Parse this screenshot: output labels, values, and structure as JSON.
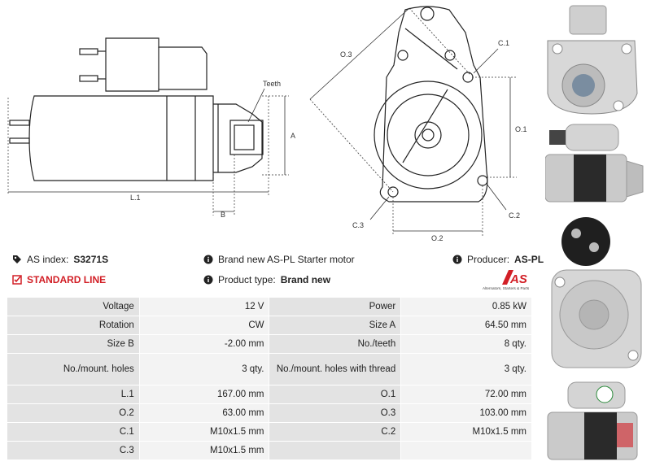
{
  "dimension_labels": {
    "teeth": "Teeth",
    "a": "A",
    "b": "B",
    "l1": "L.1",
    "o1": "O.1",
    "o2": "O.2",
    "o3": "O.3",
    "c1": "C.1",
    "c2": "C.2",
    "c3": "C.3"
  },
  "header": {
    "as_index_label": "AS index:",
    "as_index_value": "S3271S",
    "standard_line": "STANDARD LINE",
    "description": "Brand new AS-PL Starter motor",
    "product_type_label": "Product type:",
    "product_type_value": "Brand new",
    "producer_label": "Producer:",
    "producer_value": "AS-PL"
  },
  "logo": {
    "mark": "AS",
    "tagline": "Alternators, Starters & Parts"
  },
  "specs": {
    "rows": [
      {
        "l1": "Voltage",
        "v1": "12 V",
        "l2": "Power",
        "v2": "0.85 kW"
      },
      {
        "l1": "Rotation",
        "v1": "CW",
        "l2": "Size A",
        "v2": "64.50 mm"
      },
      {
        "l1": "Size B",
        "v1": "-2.00 mm",
        "l2": "No./teeth",
        "v2": "8 qty."
      },
      {
        "l1": "No./mount. holes",
        "v1": "3 qty.",
        "l2": "No./mount. holes with thread",
        "v2": "3 qty."
      },
      {
        "l1": "L.1",
        "v1": "167.00 mm",
        "l2": "O.1",
        "v2": "72.00 mm"
      },
      {
        "l1": "O.2",
        "v1": "63.00 mm",
        "l2": "O.3",
        "v2": "103.00 mm"
      },
      {
        "l1": "C.1",
        "v1": "M10x1.5 mm",
        "l2": "C.2",
        "v2": "M10x1.5 mm"
      },
      {
        "l1": "C.3",
        "v1": "M10x1.5 mm",
        "l2": "",
        "v2": ""
      }
    ]
  },
  "colors": {
    "brand_red": "#d21f26",
    "label_cell": "#e3e3e3",
    "value_cell": "#f3f3f3"
  }
}
